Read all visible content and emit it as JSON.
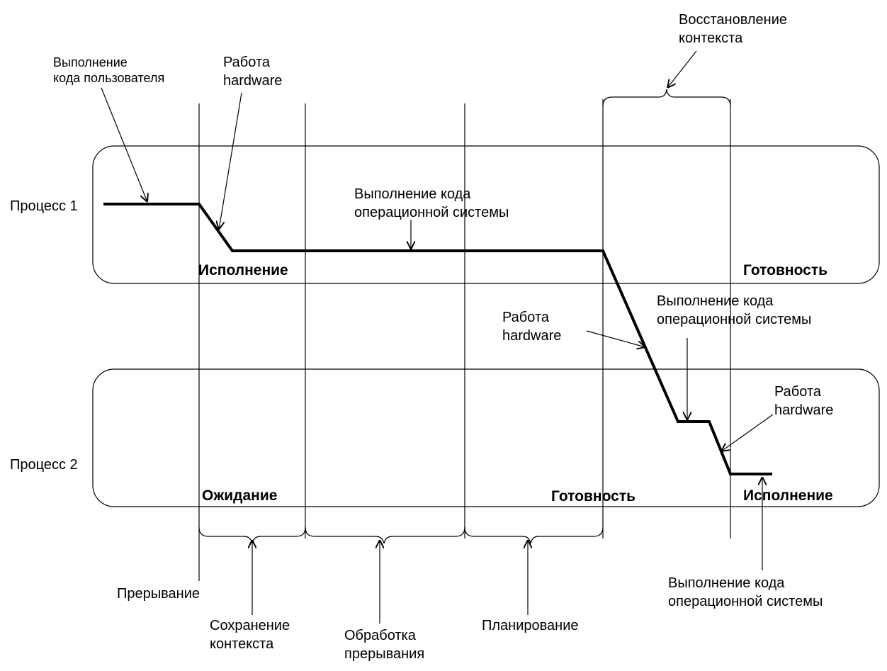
{
  "processes": {
    "p1": "Процесс 1",
    "p2": "Процесс 2"
  },
  "states": {
    "p1_exec": "Исполнение",
    "p1_ready": "Готовность",
    "p2_wait": "Ожидание",
    "p2_ready": "Готовность",
    "p2_exec": "Исполнение"
  },
  "annotations": {
    "user_code": "Выполнение\nкода пользователя",
    "hw1": "Работа\nhardware",
    "os_code1": "Выполнение кода\nоперационной системы",
    "restore_context": "Восстановление\nконтекста",
    "hw2": "Работа\nhardware",
    "os_code2": "Выполнение кода\nоперационной системы",
    "hw3": "Работа\nhardware",
    "os_code3": "Выполнение кода\nоперационной системы"
  },
  "phases": {
    "interrupt": "Прерывание",
    "save_context": "Сохранение\nконтекста",
    "interrupt_handling": "Обработка\nпрерывания",
    "scheduling": "Планирование"
  }
}
